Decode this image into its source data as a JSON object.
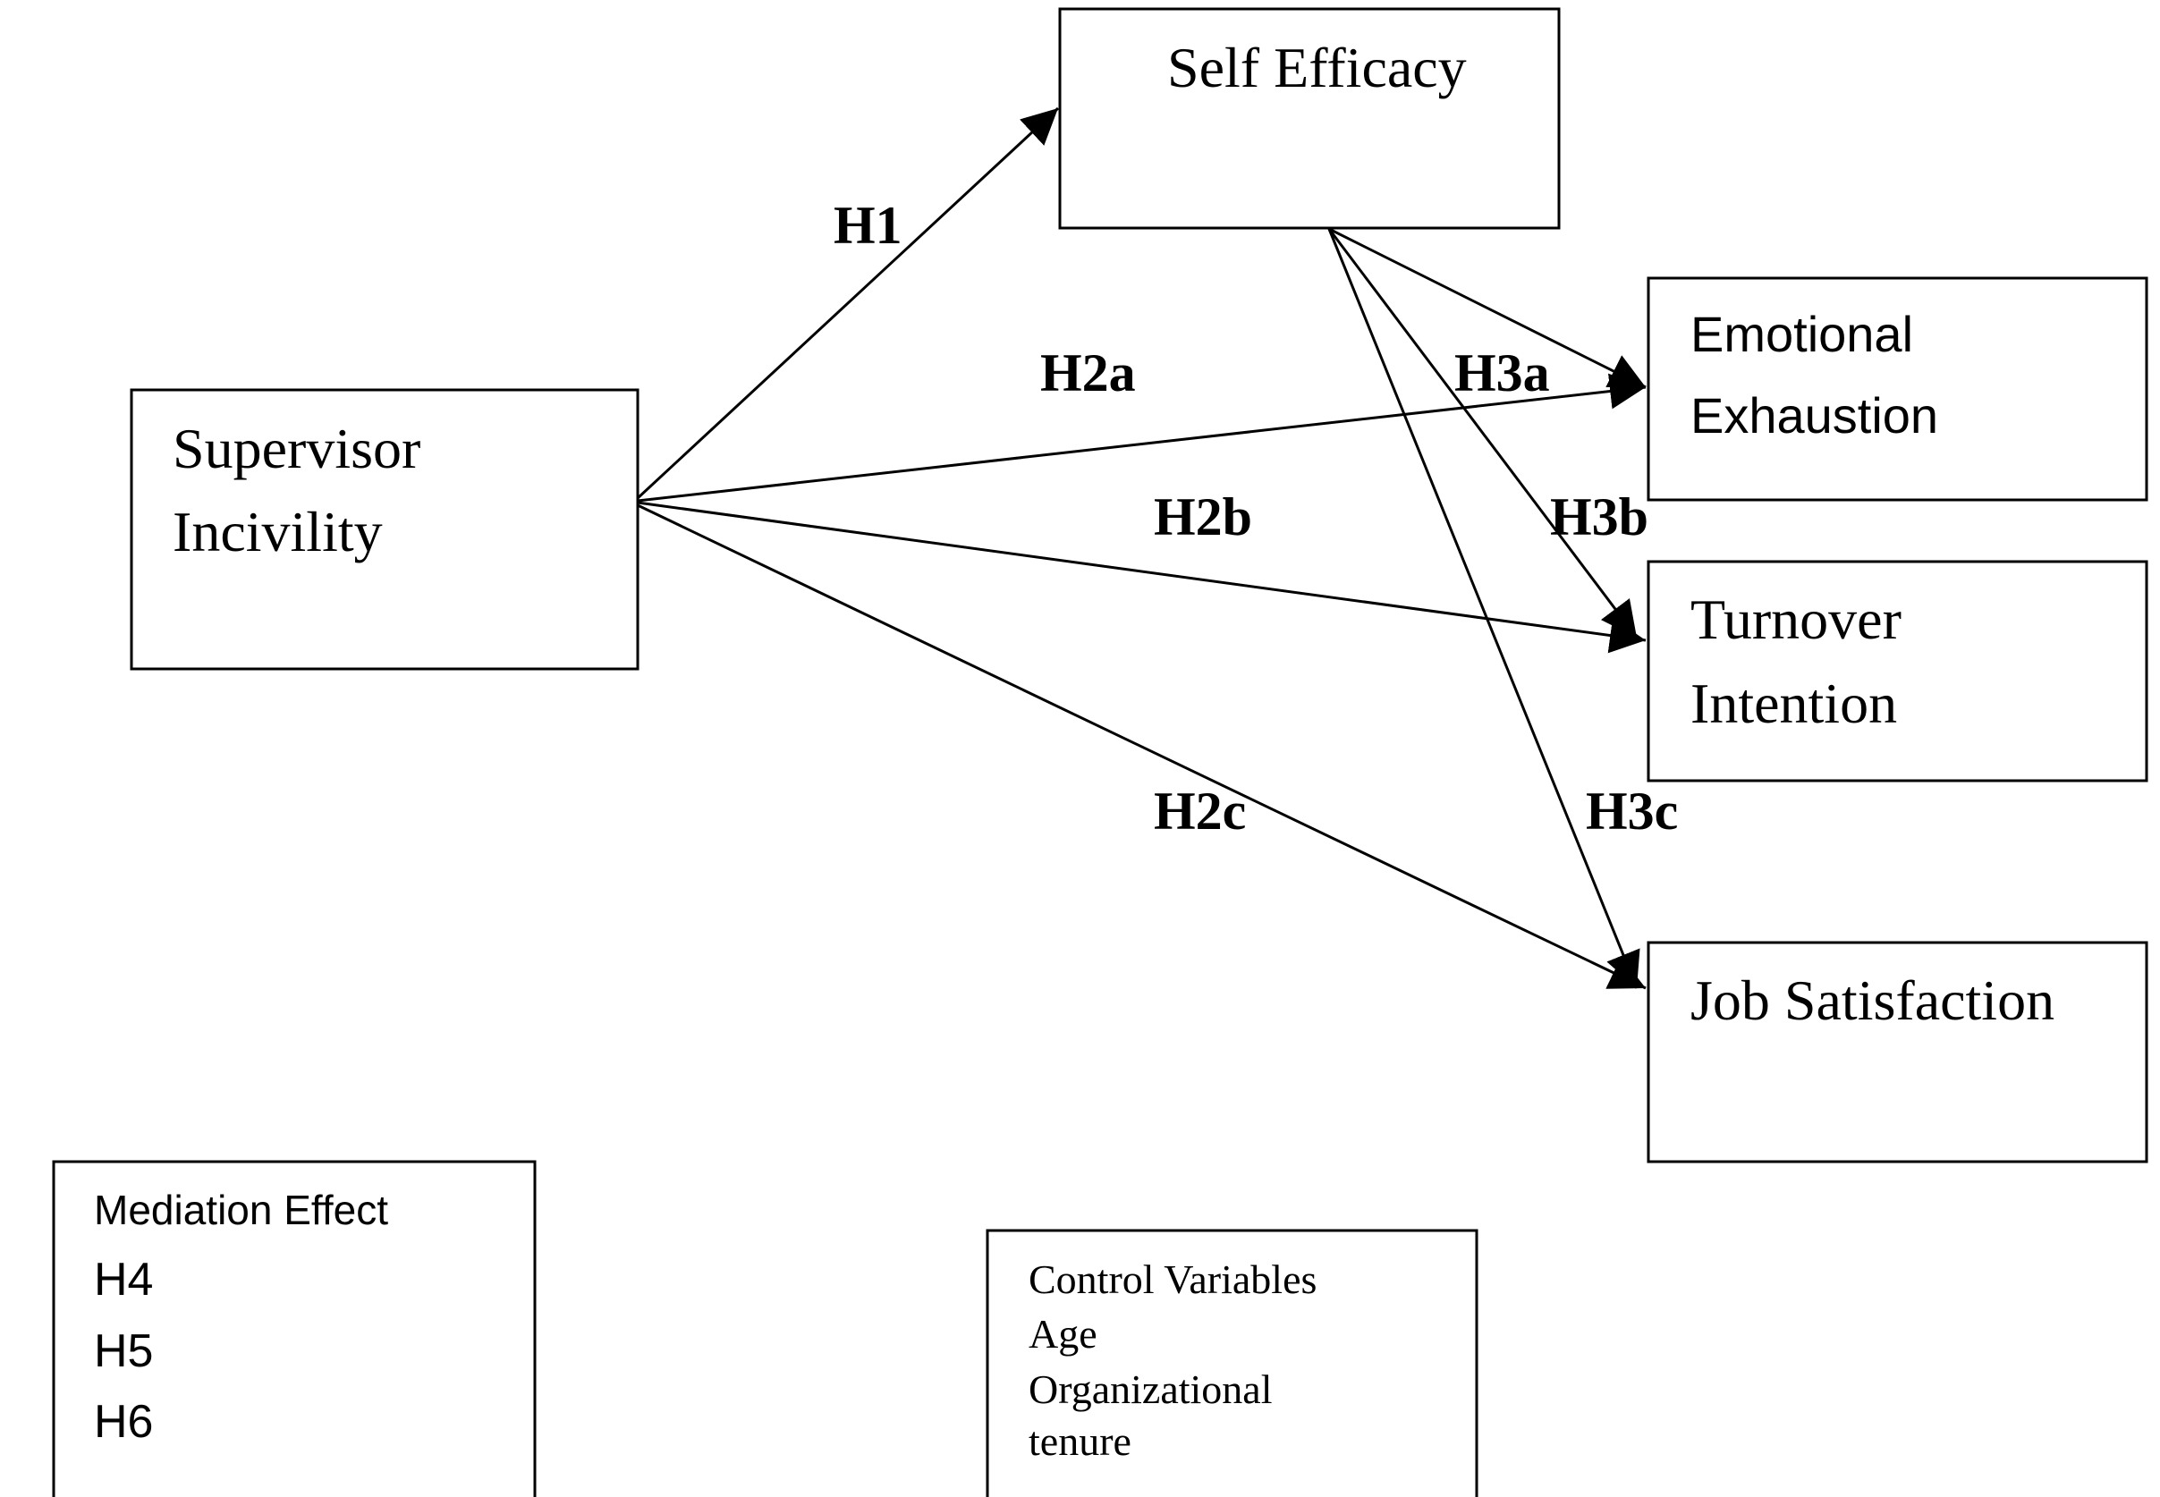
{
  "nodes": {
    "supervisor_incivility": {
      "lines": [
        "Supervisor",
        "Incivility"
      ]
    },
    "self_efficacy": {
      "lines": [
        "Self Efficacy"
      ]
    },
    "emotional_exhaustion": {
      "lines": [
        "Emotional",
        "Exhaustion"
      ]
    },
    "turnover_intention": {
      "lines": [
        "Turnover",
        "Intention"
      ]
    },
    "job_satisfaction": {
      "lines": [
        "Job Satisfaction"
      ]
    }
  },
  "edges": [
    {
      "from": "supervisor_incivility",
      "to": "self_efficacy",
      "label": "H1"
    },
    {
      "from": "supervisor_incivility",
      "to": "emotional_exhaustion",
      "label": "H2a"
    },
    {
      "from": "supervisor_incivility",
      "to": "turnover_intention",
      "label": "H2b"
    },
    {
      "from": "supervisor_incivility",
      "to": "job_satisfaction",
      "label": "H2c"
    },
    {
      "from": "self_efficacy",
      "to": "emotional_exhaustion",
      "label": "H3a"
    },
    {
      "from": "self_efficacy",
      "to": "turnover_intention",
      "label": "H3b"
    },
    {
      "from": "self_efficacy",
      "to": "job_satisfaction",
      "label": "H3c"
    }
  ],
  "mediation_box": {
    "title": "Mediation Effect",
    "items": [
      "H4",
      "H5",
      "H6"
    ]
  },
  "control_box": {
    "lines": [
      "Control Variables",
      "Age",
      "Organizational",
      "tenure"
    ]
  }
}
